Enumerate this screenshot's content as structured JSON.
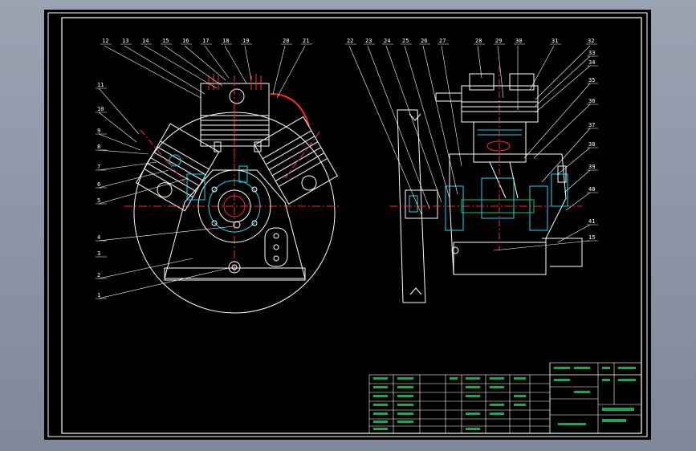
{
  "drawing": {
    "colors": {
      "background": "#000000",
      "outline": "#ffffff",
      "centerline": "#ff2a2a",
      "hatch": "#22d3ee",
      "dimension": "#22c55e",
      "leader": "#ffffff"
    },
    "labels_left_top": [
      "12",
      "13",
      "14",
      "15",
      "16",
      "17",
      "18",
      "19",
      "20",
      "21"
    ],
    "labels_left_side": [
      "11",
      "10",
      "9",
      "8",
      "7",
      "6",
      "5"
    ],
    "labels_left_bottom": [
      "4",
      "3",
      "2",
      "1"
    ],
    "labels_right_top": [
      "22",
      "23",
      "24",
      "25",
      "26",
      "27",
      "28",
      "29",
      "30",
      "31",
      "32"
    ],
    "labels_right_side": [
      "33",
      "34",
      "35",
      "36",
      "37",
      "38",
      "39",
      "40",
      "41",
      "15"
    ]
  }
}
